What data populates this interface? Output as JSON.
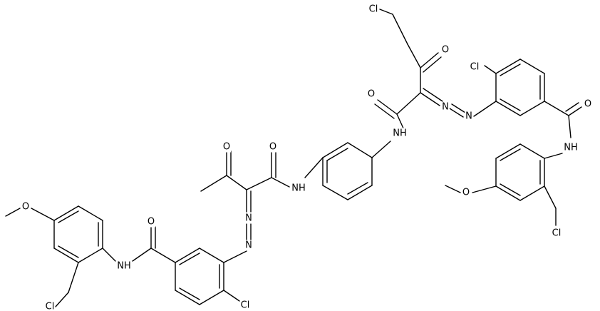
{
  "molecule": {
    "atom_labels": {
      "cl_right_chain": "Cl",
      "o_right_ketone": "O",
      "cl_right_aryl": "Cl",
      "o_right_amide": "O",
      "nh_right_amide": "NH",
      "nh_right_anilide": "NH",
      "n_right_azo_a": "N",
      "n_right_azo_b": "N",
      "o_right_methoxy": "O",
      "cl_right_benzyl": "Cl",
      "o_left_ketone": "O",
      "o_left_amide": "O",
      "nh_left_amide": "NH",
      "n_left_azo_a": "N",
      "n_left_azo_b": "N",
      "o_left_anilide_co": "O",
      "nh_left_anilide": "NH",
      "o_left_methoxy": "O",
      "cl_left_benzyl": "Cl",
      "cl_left_aryl": "Cl"
    }
  }
}
